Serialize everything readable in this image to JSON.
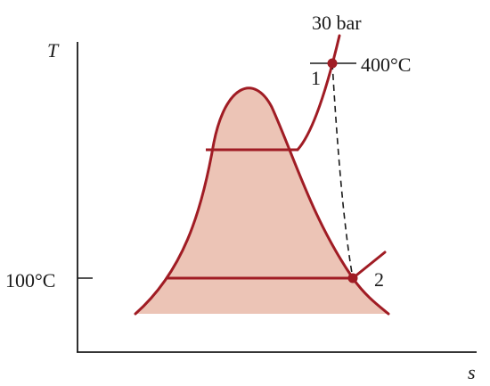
{
  "diagram": {
    "axis_y_label": "T",
    "axis_x_label": "s",
    "pressure_label": "30 bar",
    "temperature_label_high": "400°C",
    "temperature_label_low": "100°C",
    "state_1_label": "1",
    "state_2_label": "2"
  },
  "colors": {
    "curve": "#a01c24",
    "dome_fill": "#ecc4b6",
    "axis": "#1a1a1a",
    "state_point": "#a01c24",
    "expansion_dash": "#1a1a1a"
  }
}
